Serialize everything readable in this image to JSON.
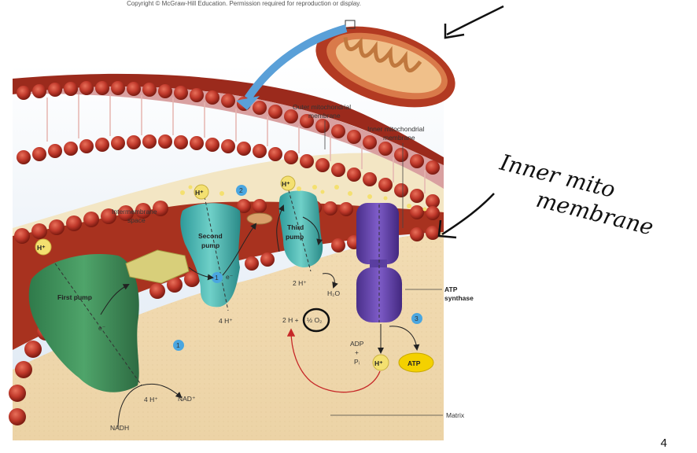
{
  "copyright": "Copyright © McGraw-Hill Education. Permission required for reproduction or display.",
  "labels": {
    "outer_membrane_1": "Outer mitochondrial",
    "outer_membrane_2": "membrane",
    "inner_membrane_1": "Inner mitochondrial",
    "inner_membrane_2": "membrane",
    "intermembrane_1": "Intermembrane",
    "intermembrane_2": "space",
    "first_pump": "First pump",
    "second_pump_1": "Second",
    "second_pump_2": "pump",
    "third_pump_1": "Third",
    "third_pump_2": "pump",
    "atp_synthase_1": "ATP",
    "atp_synthase_2": "synthase",
    "matrix": "Matrix",
    "nadh": "NADH",
    "nad_plus": "NAD⁺",
    "four_h_first": "4 H⁺",
    "four_h_second": "4 H⁺",
    "two_h_third": "2 H⁺",
    "water": "H₂O",
    "two_h_oxygen": "2 H +",
    "half_o2": "½ O₂",
    "adp": "ADP",
    "plus": "+",
    "pi": "Pᵢ",
    "atp": "ATP",
    "h_plus": "H⁺",
    "electron": "e⁻"
  },
  "steps": {
    "one": "1",
    "two": "2",
    "three": "3"
  },
  "annotation": {
    "line1": "Inner mito",
    "line2": "membrane"
  },
  "page_number": "4"
}
